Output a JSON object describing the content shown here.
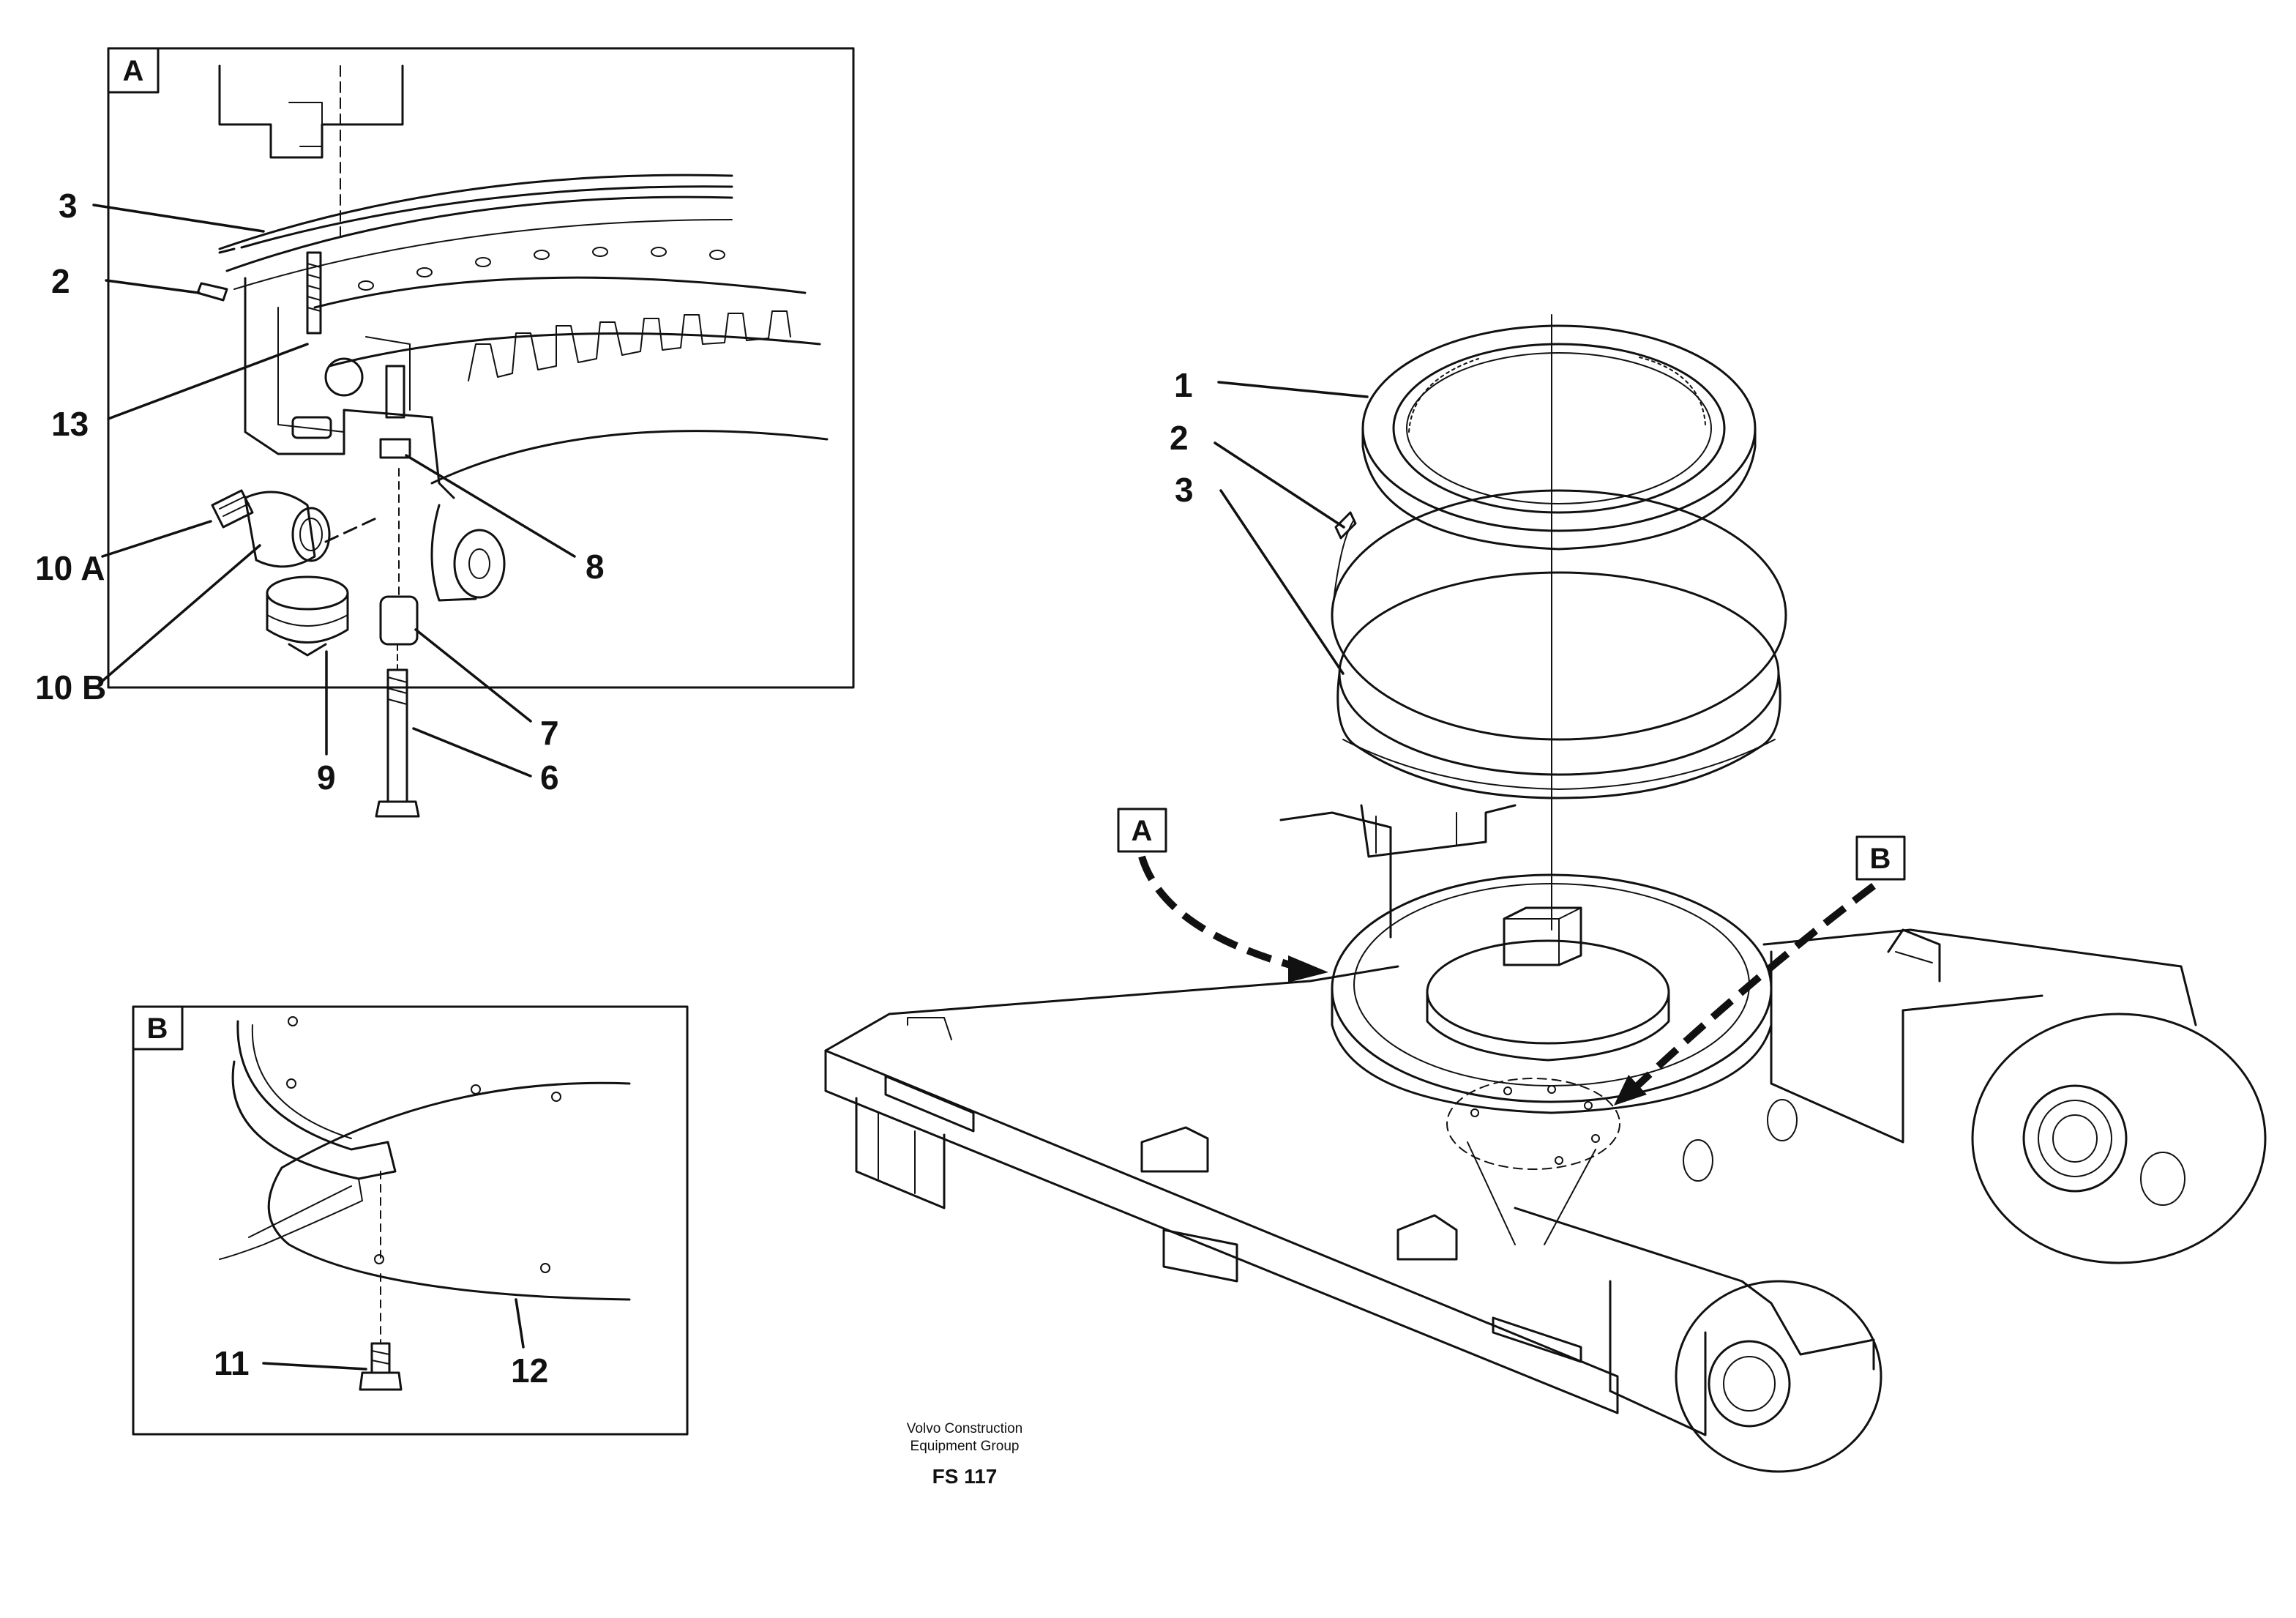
{
  "figure_id": "FS 117",
  "publisher": [
    "Volvo Construction",
    "Equipment Group"
  ],
  "detail_a": {
    "box_label": "A",
    "callouts": [
      "3",
      "2",
      "13",
      "10 A",
      "10 B",
      "9",
      "6",
      "7",
      "8"
    ]
  },
  "detail_b": {
    "box_label": "B",
    "callouts": [
      "11",
      "12"
    ]
  },
  "main_view": {
    "callouts": [
      "1",
      "2",
      "3"
    ],
    "view_flags": [
      "A",
      "B"
    ]
  }
}
